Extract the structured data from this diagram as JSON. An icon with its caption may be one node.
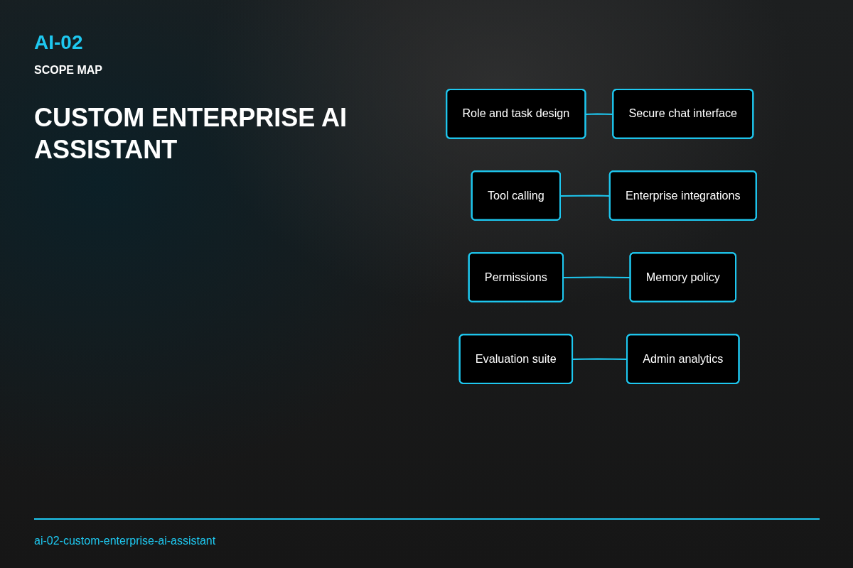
{
  "diagram": {
    "title": "CUSTOM ENTERPRISE AI ASSISTANT",
    "nodes": [
      {
        "text": [
          "Role and task design"
        ]
      },
      {
        "text": [
          "Secure chat interface"
        ]
      },
      {
        "text": [
          "Tool calling"
        ]
      },
      {
        "text": [
          "Enterprise integrations"
        ]
      },
      {
        "text": [
          "Permissions"
        ]
      },
      {
        "text": [
          "Memory policy"
        ]
      },
      {
        "text": [
          "Evaluation suite"
        ]
      },
      {
        "text": [
          "Admin analytics"
        ]
      }
    ],
    "edges": [
      {
        "from": 0,
        "to": 1,
        "arrow": "none"
      },
      {
        "from": 2,
        "to": 3,
        "arrow": "none"
      },
      {
        "from": 4,
        "to": 5,
        "arrow": "none"
      },
      {
        "from": 6,
        "to": 7,
        "arrow": "none"
      }
    ],
    "labels": [
      "AI-02",
      "SCOPE MAP",
      "ai-02-custom-enterprise-ai-assistant"
    ]
  }
}
